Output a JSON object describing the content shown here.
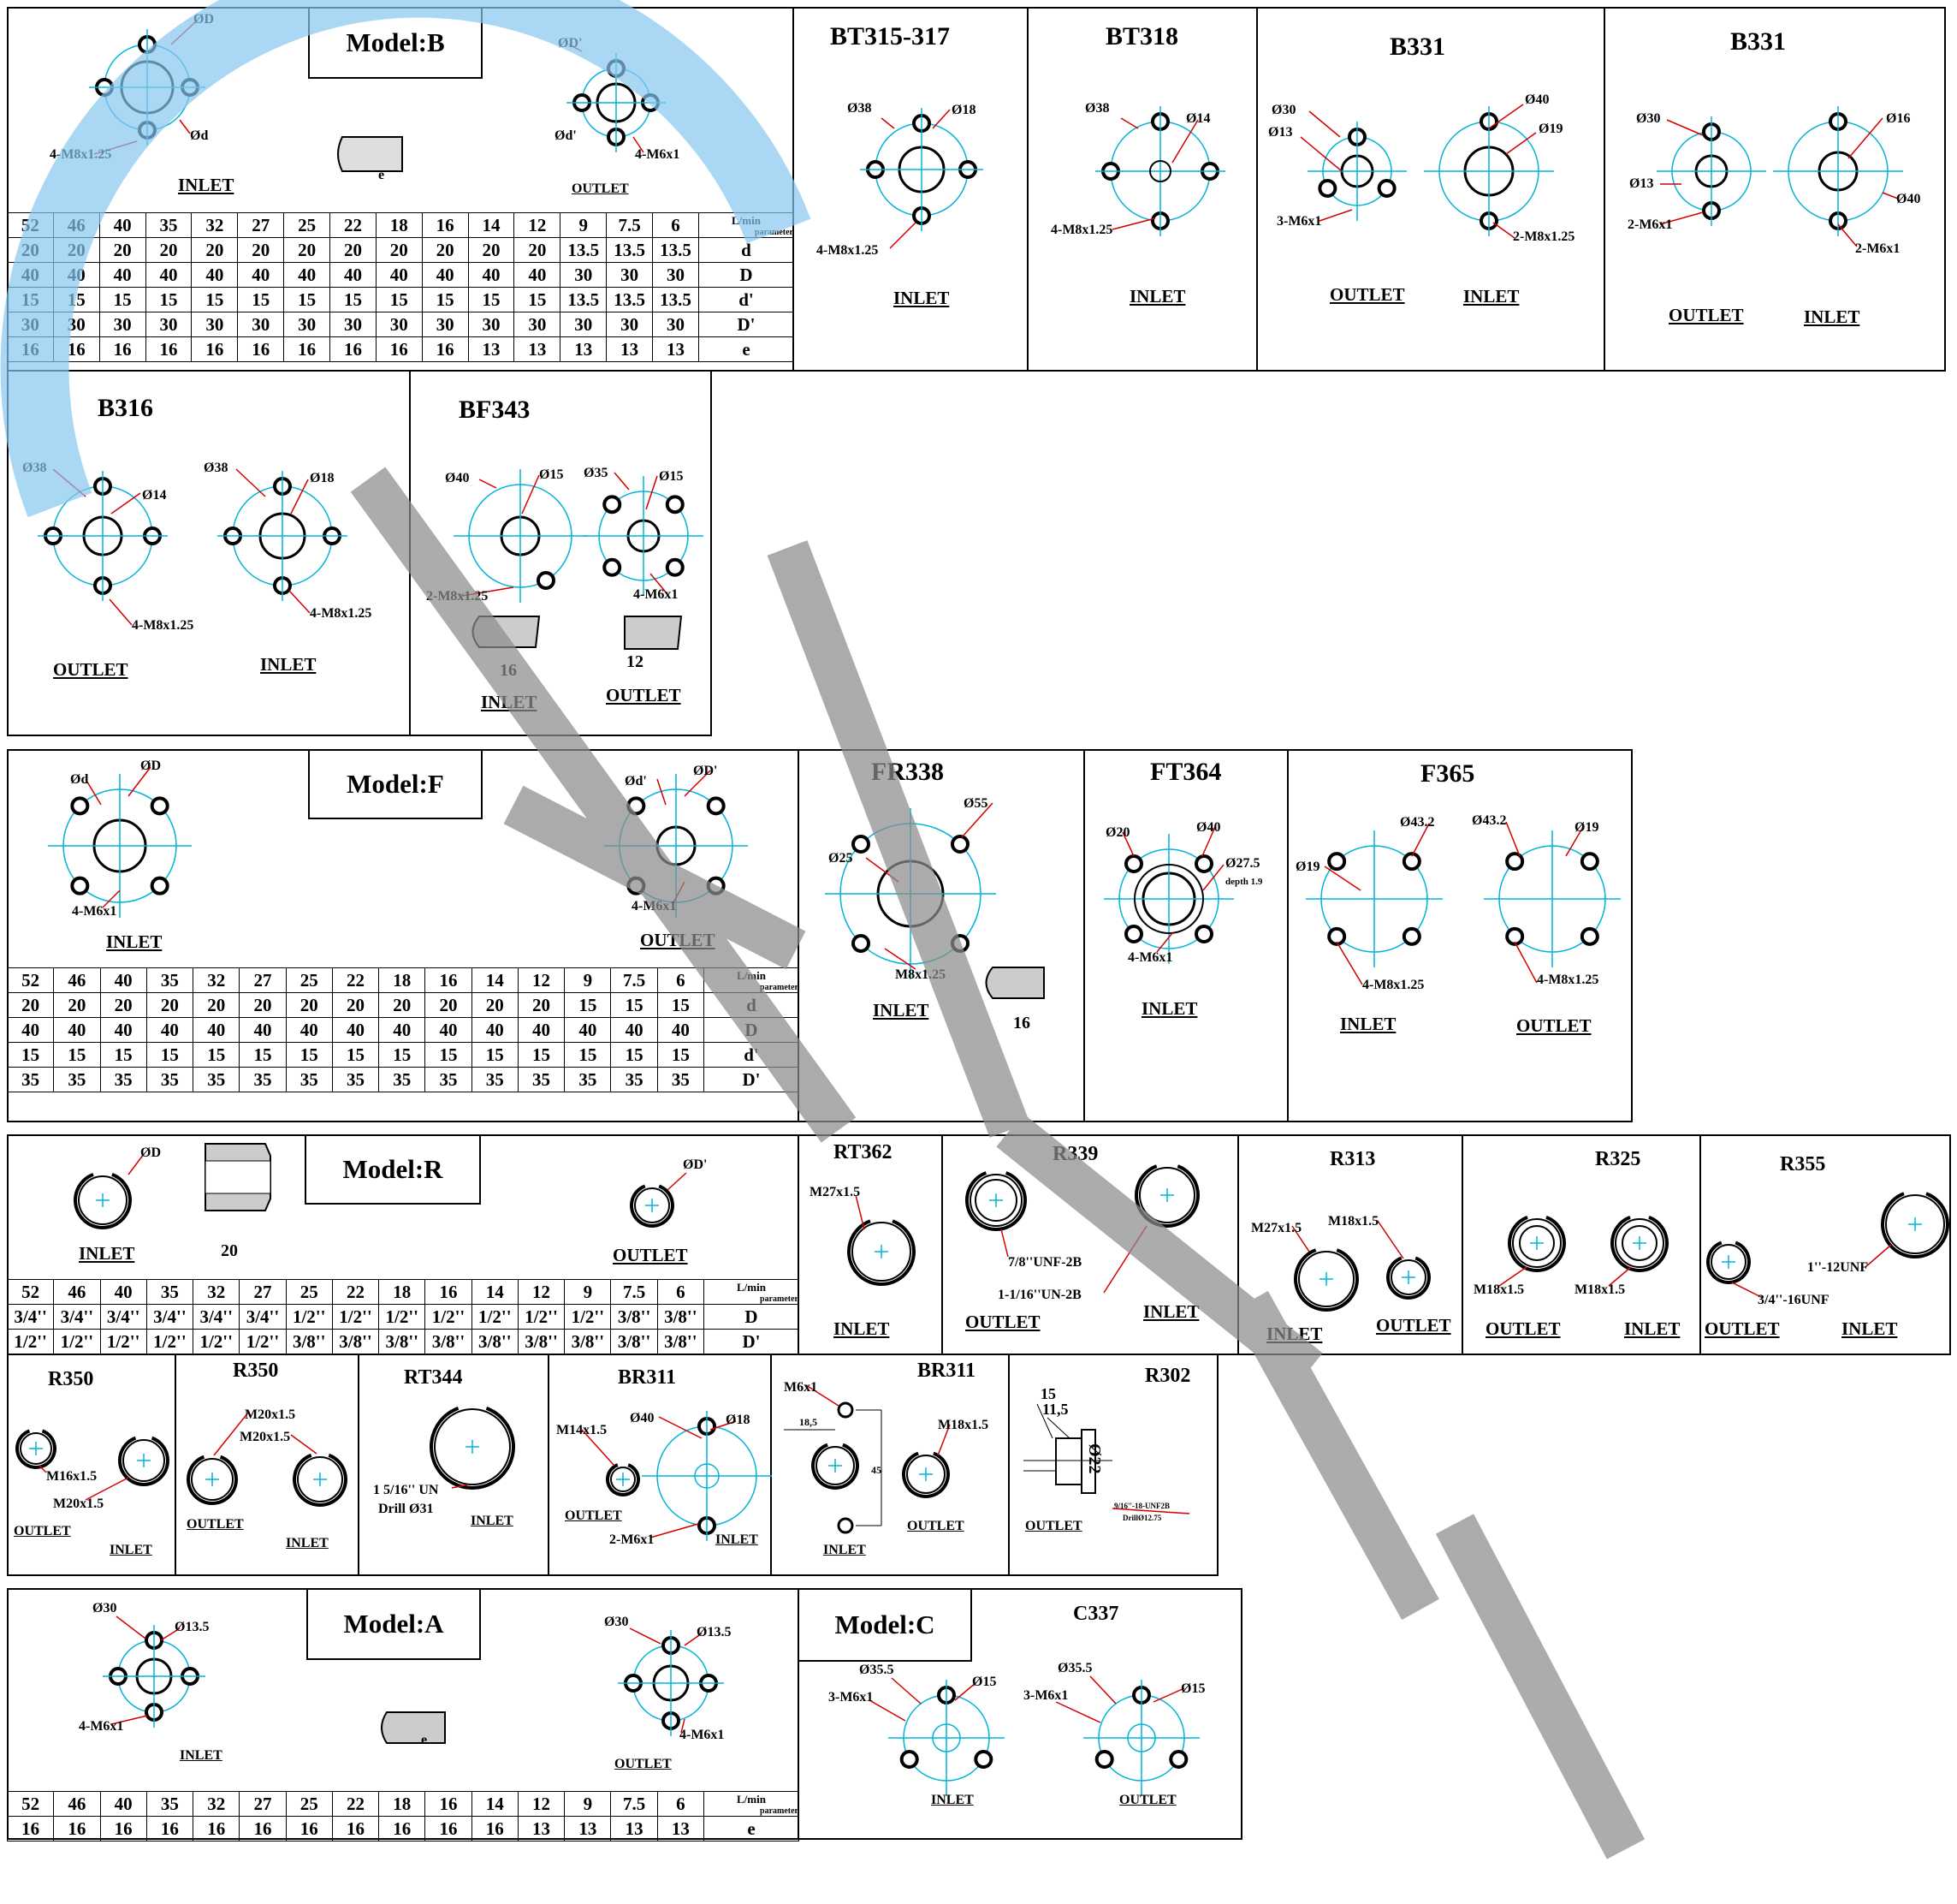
{
  "accent_color": "#00b4d8",
  "arrow_color": "#d40000",
  "watermark_blue": "#86c8f0",
  "watermark_gray": "#8c8c8c",
  "rpm_header": [
    "52",
    "46",
    "40",
    "35",
    "32",
    "27",
    "25",
    "22",
    "18",
    "16",
    "14",
    "12",
    "9",
    "7.5",
    "6"
  ],
  "unit_label": "L/min",
  "param_label": "parameter",
  "model_b": {
    "title": "Model:B",
    "labels": {
      "D": "ØD",
      "d": "Ød",
      "Dp": "ØD'",
      "dp": "Ød'",
      "inlet_thread": "4-M8x1.25",
      "outlet_thread": "4-M6x1",
      "e": "e",
      "inlet": "INLET",
      "outlet": "OUTLET"
    },
    "rows": [
      [
        "20",
        "20",
        "20",
        "20",
        "20",
        "20",
        "20",
        "20",
        "20",
        "20",
        "20",
        "20",
        "13.5",
        "13.5",
        "13.5",
        "d"
      ],
      [
        "40",
        "40",
        "40",
        "40",
        "40",
        "40",
        "40",
        "40",
        "40",
        "40",
        "40",
        "40",
        "30",
        "30",
        "30",
        "D"
      ],
      [
        "15",
        "15",
        "15",
        "15",
        "15",
        "15",
        "15",
        "15",
        "15",
        "15",
        "15",
        "15",
        "13.5",
        "13.5",
        "13.5",
        "d'"
      ],
      [
        "30",
        "30",
        "30",
        "30",
        "30",
        "30",
        "30",
        "30",
        "30",
        "30",
        "30",
        "30",
        "30",
        "30",
        "30",
        "D'"
      ],
      [
        "16",
        "16",
        "16",
        "16",
        "16",
        "16",
        "16",
        "16",
        "16",
        "16",
        "13",
        "13",
        "13",
        "13",
        "13",
        "e"
      ]
    ]
  },
  "bt315": {
    "title": "BT315-317",
    "d1": "Ø38",
    "d2": "Ø18",
    "thread": "4-M8x1.25",
    "inlet": "INLET"
  },
  "bt318": {
    "title": "BT318",
    "d1": "Ø38",
    "d2": "Ø14",
    "thread": "4-M8x1.25",
    "inlet": "INLET"
  },
  "b331a": {
    "title": "B331",
    "o_d1": "Ø30",
    "o_d2": "Ø13",
    "o_thread": "3-M6x1",
    "i_d1": "Ø40",
    "i_d2": "Ø19",
    "i_thread": "2-M8x1.25",
    "outlet": "OUTLET",
    "inlet": "INLET"
  },
  "b331b": {
    "title": "B331",
    "o_d1": "Ø30",
    "o_d2": "Ø13",
    "o_thread": "2-M6x1",
    "i_d1": "Ø16",
    "i_d2": "Ø40",
    "i_thread": "2-M6x1",
    "outlet": "OUTLET",
    "inlet": "INLET"
  },
  "b316": {
    "title": "B316",
    "o_d1": "Ø38",
    "o_d2": "Ø14",
    "o_thread": "4-M8x1.25",
    "i_d1": "Ø38",
    "i_d2": "Ø18",
    "i_thread": "4-M8x1.25",
    "outlet": "OUTLET",
    "inlet": "INLET"
  },
  "bf343": {
    "title": "BF343",
    "i_d1": "Ø40",
    "i_d2": "Ø15",
    "i_thread": "2-M8x1.25",
    "o_d1": "Ø35",
    "o_d2": "Ø15",
    "o_thread": "4-M6x1",
    "i_depth": "16",
    "o_depth": "12",
    "inlet": "INLET",
    "outlet": "OUTLET"
  },
  "model_f": {
    "title": "Model:F",
    "labels": {
      "d": "Ød",
      "D": "ØD",
      "dp": "Ød'",
      "Dp": "ØD'",
      "inlet_thread": "4-M6x1",
      "outlet_thread": "4-M6x1",
      "inlet": "INLET",
      "outlet": "OUTLET"
    },
    "rows": [
      [
        "20",
        "20",
        "20",
        "20",
        "20",
        "20",
        "20",
        "20",
        "20",
        "20",
        "20",
        "20",
        "15",
        "15",
        "15",
        "d"
      ],
      [
        "40",
        "40",
        "40",
        "40",
        "40",
        "40",
        "40",
        "40",
        "40",
        "40",
        "40",
        "40",
        "40",
        "40",
        "40",
        "D"
      ],
      [
        "15",
        "15",
        "15",
        "15",
        "15",
        "15",
        "15",
        "15",
        "15",
        "15",
        "15",
        "15",
        "15",
        "15",
        "15",
        "d'"
      ],
      [
        "35",
        "35",
        "35",
        "35",
        "35",
        "35",
        "35",
        "35",
        "35",
        "35",
        "35",
        "35",
        "35",
        "35",
        "35",
        "D'"
      ]
    ]
  },
  "fr338": {
    "title": "FR338",
    "d1": "Ø55",
    "d2": "Ø25",
    "thread": "M8x1.25",
    "depth": "16",
    "inlet": "INLET"
  },
  "ft364": {
    "title": "FT364",
    "d1": "Ø20",
    "d2": "Ø40",
    "d3": "Ø27.5",
    "depth": "depth 1.9",
    "thread": "4-M6x1",
    "inlet": "INLET"
  },
  "f365": {
    "title": "F365",
    "i_d1": "Ø43.2",
    "i_d2": "Ø19",
    "i_thread": "4-M8x1.25",
    "o_d1": "Ø43.2",
    "o_d2": "Ø19",
    "o_thread": "4-M8x1.25",
    "inlet": "INLET",
    "outlet": "OUTLET"
  },
  "model_r": {
    "title": "Model:R",
    "labels": {
      "D": "ØD",
      "Dp": "ØD'",
      "len": "20",
      "inlet": "INLET",
      "outlet": "OUTLET"
    },
    "rows": [
      [
        "3/4''",
        "3/4''",
        "3/4''",
        "3/4''",
        "3/4''",
        "3/4''",
        "1/2''",
        "1/2''",
        "1/2''",
        "1/2''",
        "1/2''",
        "1/2''",
        "1/2''",
        "3/8''",
        "3/8''",
        "D"
      ],
      [
        "1/2''",
        "1/2''",
        "1/2''",
        "1/2''",
        "1/2''",
        "1/2''",
        "3/8''",
        "3/8''",
        "3/8''",
        "3/8''",
        "3/8''",
        "3/8''",
        "3/8''",
        "3/8''",
        "3/8''",
        "D'"
      ]
    ]
  },
  "rt362": {
    "title": "RT362",
    "thread": "M27x1.5",
    "inlet": "INLET"
  },
  "r339": {
    "title": "R339",
    "t1": "7/8''UNF-2B",
    "t2": "1-1/16''UN-2B",
    "outlet": "OUTLET",
    "inlet": "INLET"
  },
  "r313": {
    "title": "R313",
    "t1": "M27x1.5",
    "t2": "M18x1.5",
    "inlet": "INLET",
    "outlet": "OUTLET"
  },
  "r325": {
    "title": "R325",
    "t1": "M18x1.5",
    "t2": "M18x1.5",
    "outlet": "OUTLET",
    "inlet": "INLET"
  },
  "r355": {
    "title": "R355",
    "t1": "1''-12UNF",
    "t2": "3/4''-16UNF",
    "outlet": "OUTLET",
    "inlet": "INLET"
  },
  "r350a": {
    "title": "R350",
    "t1": "M16x1.5",
    "t2": "M20x1.5",
    "outlet": "OUTLET",
    "inlet": "INLET"
  },
  "r350b": {
    "title": "R350",
    "t1": "M20x1.5",
    "t2": "M20x1.5",
    "outlet": "OUTLET",
    "inlet": "INLET"
  },
  "rt344": {
    "title": "RT344",
    "t1": "1 5/16'' UN",
    "t2": "Drill Ø31",
    "inlet": "INLET"
  },
  "br311a": {
    "title": "BR311",
    "t1": "M14x1.5",
    "d1": "Ø40",
    "d2": "Ø18",
    "thread": "2-M6x1",
    "outlet": "OUTLET",
    "inlet": "INLET"
  },
  "br311b": {
    "title": "BR311",
    "t1": "M6x1",
    "dim1": "18,5",
    "dim2": "45",
    "t2": "M18x1.5",
    "inlet": "INLET",
    "outlet": "OUTLET"
  },
  "r302": {
    "title": "R302",
    "dim1": "15",
    "dim2": "11,5",
    "dim3": "Ø22",
    "thread": "9/16''-18-UNF2B",
    "drill": "DrillØ12.75",
    "outlet": "OUTLET"
  },
  "model_a": {
    "title": "Model:A",
    "labels": {
      "i_d1": "Ø30",
      "i_d2": "Ø13.5",
      "i_thread": "4-M6x1",
      "o_d1": "Ø30",
      "o_d2": "Ø13.5",
      "o_thread": "4-M6x1",
      "e": "e",
      "inlet": "INLET",
      "outlet": "OUTLET"
    },
    "rows": [
      [
        "16",
        "16",
        "16",
        "16",
        "16",
        "16",
        "16",
        "16",
        "16",
        "16",
        "16",
        "13",
        "13",
        "13",
        "13",
        "e"
      ]
    ]
  },
  "model_c": {
    "title": "Model:C"
  },
  "c337": {
    "title": "C337",
    "i_d1": "Ø35.5",
    "i_d2": "Ø15",
    "i_thread": "3-M6x1",
    "o_d1": "Ø35.5",
    "o_d2": "Ø15",
    "o_thread": "3-M6x1",
    "inlet": "INLET",
    "outlet": "OUTLET"
  }
}
